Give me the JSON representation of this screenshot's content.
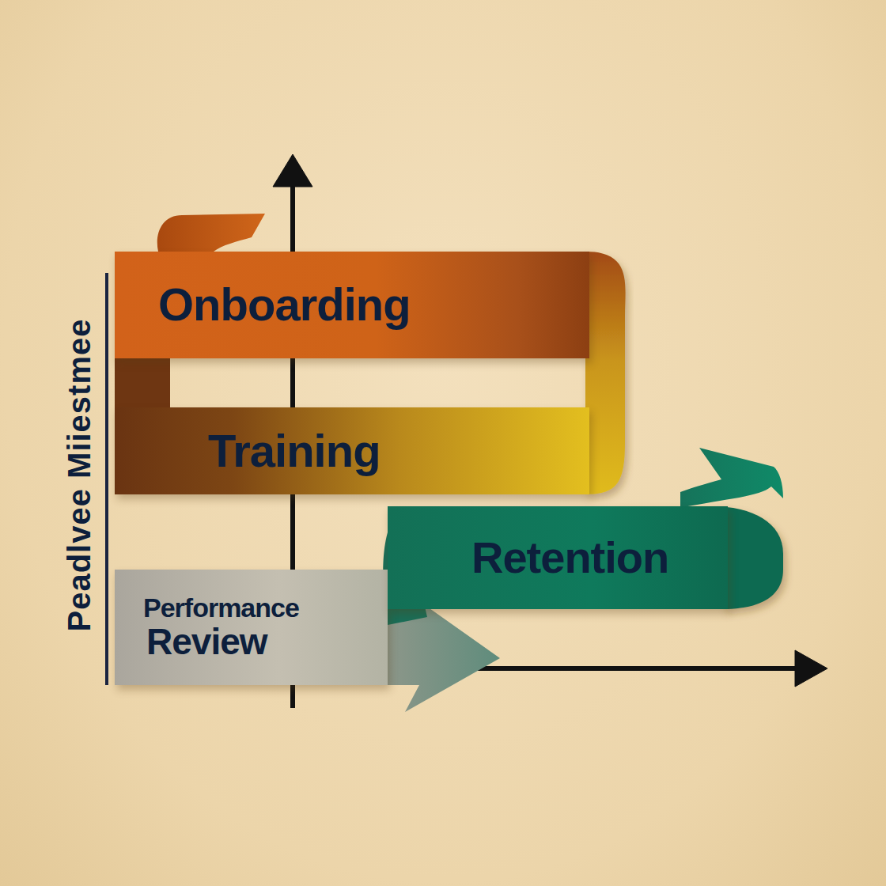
{
  "diagram": {
    "nodes": [
      {
        "text": [
          "Onboarding"
        ]
      },
      {
        "text": [
          "Training"
        ]
      },
      {
        "text": [
          "Performance",
          "Review"
        ]
      },
      {
        "text": [
          "Retention"
        ]
      }
    ],
    "labels": [
      "Peadlvee Miiestmee"
    ]
  }
}
